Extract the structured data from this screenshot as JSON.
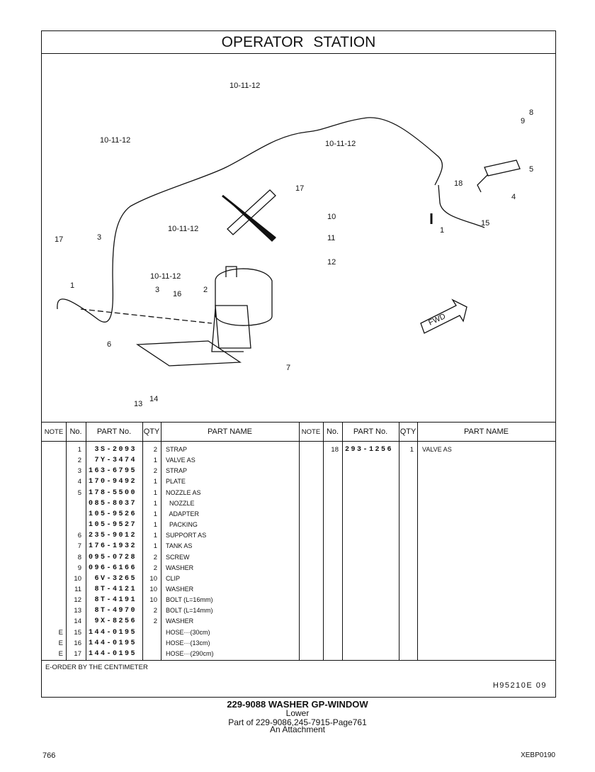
{
  "title": "OPERATOR STATION",
  "callouts": {
    "c1": "10-11-12",
    "c2": "10-11-12",
    "c3": "10-11-12",
    "c4": "10-11-12",
    "c5": "10-11-12",
    "n1a": "1",
    "n1b": "1",
    "n2": "2",
    "n3a": "3",
    "n3b": "3",
    "n4": "4",
    "n5": "5",
    "n6": "6",
    "n7": "7",
    "n8": "8",
    "n9": "9",
    "n10": "10",
    "n11": "11",
    "n12": "12",
    "n13": "13",
    "n14": "14",
    "n15": "15",
    "n16": "16",
    "n17a": "17",
    "n17b": "17",
    "n18": "18",
    "fwd": "FWD"
  },
  "headers": {
    "note": "NOTE",
    "no": "No.",
    "part_no": "PART No.",
    "qty": "QTY",
    "part_name": "PART NAME"
  },
  "left_rows": [
    {
      "note": "",
      "no": "1",
      "part_no": "3S-2093",
      "qty": "2",
      "name": "STRAP"
    },
    {
      "note": "",
      "no": "2",
      "part_no": "7Y-3474",
      "qty": "1",
      "name": "VALVE AS"
    },
    {
      "note": "",
      "no": "3",
      "part_no": "163-6795",
      "qty": "2",
      "name": "STRAP"
    },
    {
      "note": "",
      "no": "4",
      "part_no": "170-9492",
      "qty": "1",
      "name": "PLATE"
    },
    {
      "note": "",
      "no": "5",
      "part_no": "178-5500",
      "qty": "1",
      "name": "NOZZLE AS"
    },
    {
      "note": "",
      "no": "",
      "part_no": "085-8037",
      "qty": "1",
      "name": "  NOZZLE"
    },
    {
      "note": "",
      "no": "",
      "part_no": "105-9526",
      "qty": "1",
      "name": "  ADAPTER"
    },
    {
      "note": "",
      "no": "",
      "part_no": "105-9527",
      "qty": "1",
      "name": "  PACKING"
    },
    {
      "note": "",
      "no": "6",
      "part_no": "235-9012",
      "qty": "1",
      "name": "SUPPORT AS"
    },
    {
      "note": "",
      "no": "7",
      "part_no": "176-1932",
      "qty": "1",
      "name": "TANK AS"
    },
    {
      "note": "",
      "no": "8",
      "part_no": "095-0728",
      "qty": "2",
      "name": "SCREW"
    },
    {
      "note": "",
      "no": "9",
      "part_no": "096-6166",
      "qty": "2",
      "name": "WASHER"
    },
    {
      "note": "",
      "no": "10",
      "part_no": "6V-3265",
      "qty": "10",
      "name": "CLIP"
    },
    {
      "note": "",
      "no": "11",
      "part_no": "8T-4121",
      "qty": "10",
      "name": "WASHER"
    },
    {
      "note": "",
      "no": "12",
      "part_no": "8T-4191",
      "qty": "10",
      "name": "BOLT (L=16mm)"
    },
    {
      "note": "",
      "no": "13",
      "part_no": "8T-4970",
      "qty": "2",
      "name": "BOLT (L=14mm)"
    },
    {
      "note": "",
      "no": "14",
      "part_no": "9X-8256",
      "qty": "2",
      "name": "WASHER"
    },
    {
      "note": "E",
      "no": "15",
      "part_no": "144-0195",
      "qty": "",
      "name": "HOSE···(30cm)"
    },
    {
      "note": "E",
      "no": "16",
      "part_no": "144-0195",
      "qty": "",
      "name": "HOSE···(13cm)"
    },
    {
      "note": "E",
      "no": "17",
      "part_no": "144-0195",
      "qty": "",
      "name": "HOSE···(290cm)"
    }
  ],
  "right_rows": [
    {
      "note": "",
      "no": "18",
      "part_no": "293-1256",
      "qty": "1",
      "name": "VALVE AS"
    }
  ],
  "table_note": "E-ORDER BY THE CENTIMETER",
  "illustration_code": "H95210E  09",
  "footer": {
    "line1": "229-9088 WASHER GP-WINDOW",
    "line2": "Lower",
    "line3": "Part of 229-9086,245-7915-Page761",
    "line4": "An Attachment",
    "page": "766",
    "doc": "XEBP0190"
  }
}
